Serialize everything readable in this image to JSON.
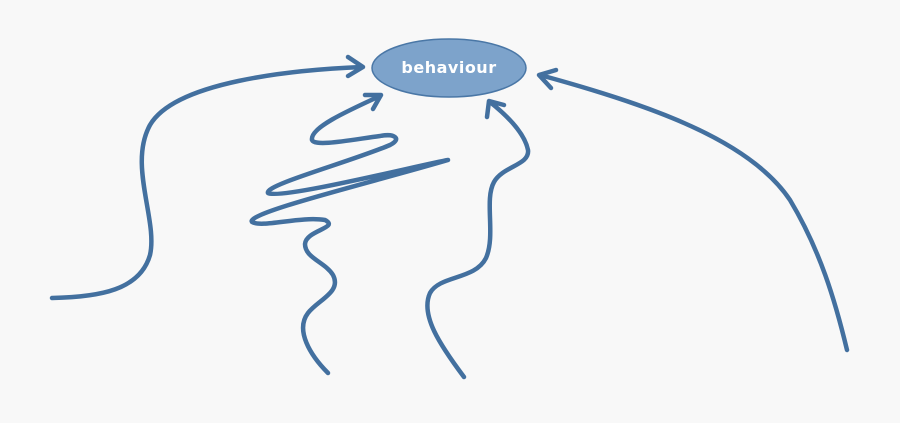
{
  "node": {
    "label": "behaviour"
  },
  "colors": {
    "background": "#f8f8f8",
    "arrow": "#43709f",
    "node_fill": "#7da3cb",
    "node_stroke": "#4a77a6",
    "node_text": "#ffffff"
  },
  "arrows": [
    {
      "name": "far-left-arrow",
      "style": "smooth-curve"
    },
    {
      "name": "zigzag-arrow",
      "style": "zigzag"
    },
    {
      "name": "wavy-arrow",
      "style": "wavy"
    },
    {
      "name": "right-arrow",
      "style": "smooth-curve"
    }
  ]
}
